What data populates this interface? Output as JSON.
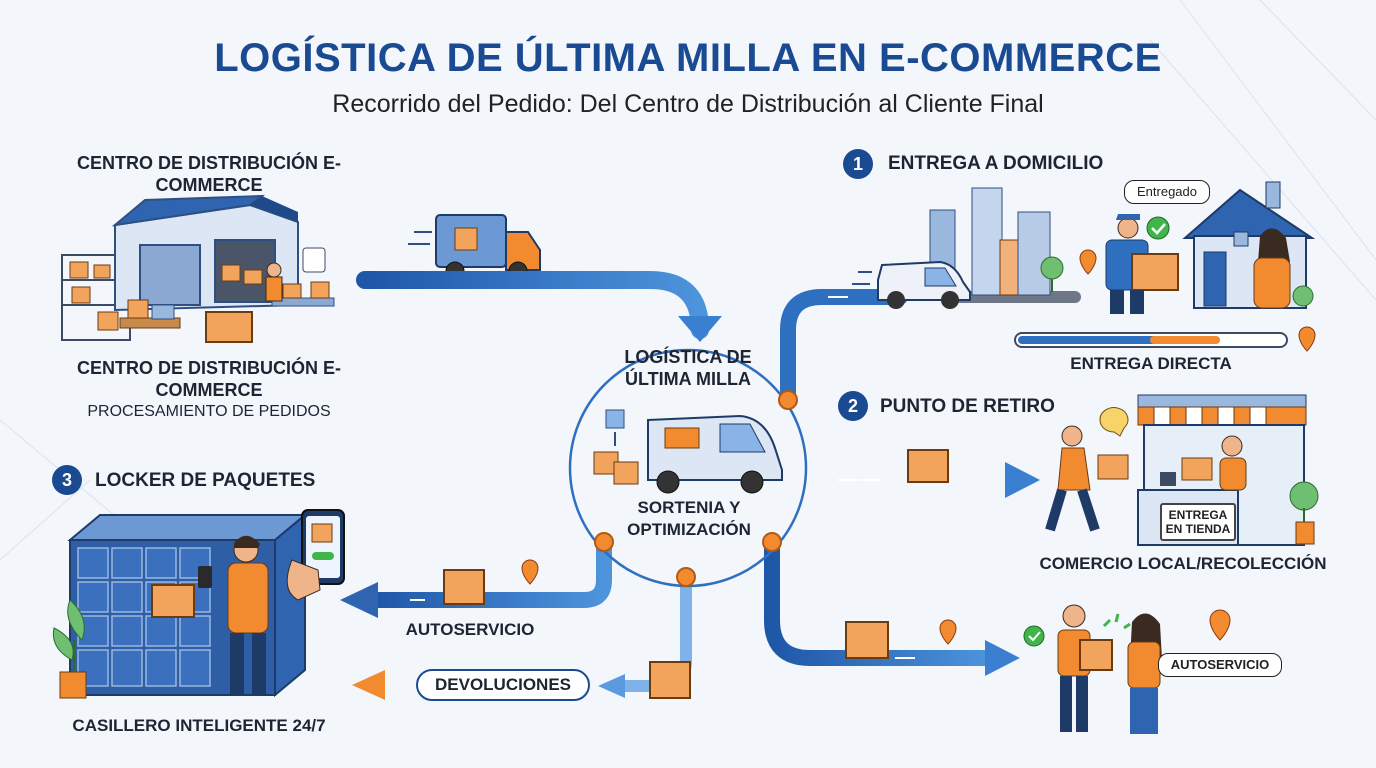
{
  "header": {
    "title": "LOGÍSTICA DE ÚLTIMA MILLA EN E-COMMERCE",
    "subtitle": "Recorrido del Pedido: Del Centro de Distribución al Cliente Final"
  },
  "warehouse": {
    "top_label": "CENTRO DE DISTRIBUCIÓN E-COMMERCE",
    "bottom_label": "CENTRO DE DISTRIBUCIÓN E-COMMERCE",
    "caption": "PROCESAMIENTO DE PEDIDOS"
  },
  "hub": {
    "title": "LOGÍSTICA DE ÚLTIMA MILLA",
    "caption": "SORTENIA Y OPTIMIZACIÓN"
  },
  "home_delivery": {
    "number": "1",
    "title": "ENTREGA A DOMICILIO",
    "bubble": "Entregado",
    "caption": "ENTREGA DIRECTA"
  },
  "pickup_point": {
    "number": "2",
    "title": "PUNTO DE RETIRO",
    "store_sign": "ENTREGA EN TIENDA",
    "caption": "COMERCIO LOCAL/RECOLECCIÓN"
  },
  "locker": {
    "number": "3",
    "title": "LOCKER DE PAQUETES",
    "caption": "CASILLERO INTELIGENTE 24/7"
  },
  "flows": {
    "locker_route": "AUTOSERVICIO",
    "returns": "DEVOLUCIONES",
    "handoff": "AUTOSERVICIO"
  },
  "colors": {
    "primary": "#1a4a92",
    "route": "#2f6fbf",
    "accent": "#f28a30",
    "text": "#1d2533"
  }
}
